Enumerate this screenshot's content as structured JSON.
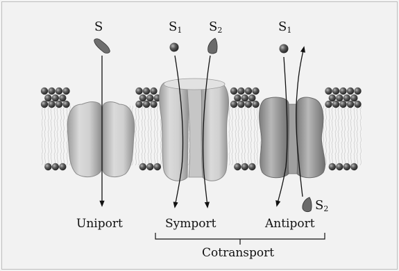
{
  "symbols": {
    "uniport_s": "S",
    "symport_s1_base": "S",
    "symport_s1_sub": "1",
    "symport_s2_base": "S",
    "symport_s2_sub": "2",
    "antiport_s1_base": "S",
    "antiport_s1_sub": "1",
    "antiport_s2_base": "S",
    "antiport_s2_sub": "2"
  },
  "labels": {
    "uniport": "Uniport",
    "symport": "Symport",
    "antiport": "Antiport",
    "cotransport": "Cotransport"
  },
  "colors": {
    "background": "#f2f2f2",
    "head_dark": "#3a3a3a",
    "tail_light": "#eeeeee",
    "protein": "#d2d2d2",
    "protein_dark": "#a8a8a8",
    "ink": "#111111"
  }
}
